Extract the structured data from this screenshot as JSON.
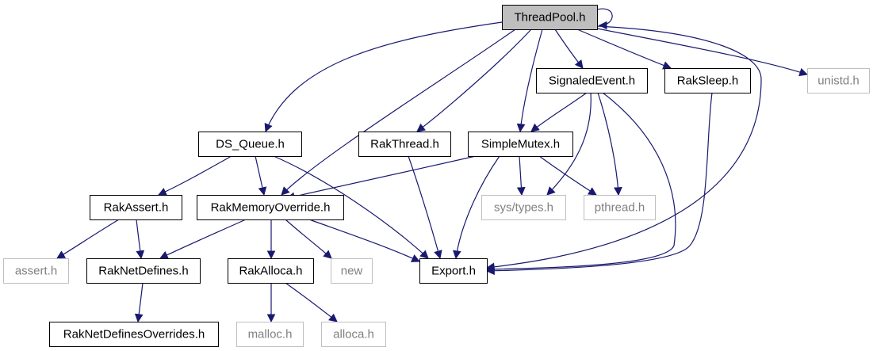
{
  "colors": {
    "edge": "#191970",
    "box_border": "#000000",
    "external_border": "#bfbfbf",
    "root_fill": "#bfbfbf",
    "text": "#000000",
    "external_text": "#808080"
  },
  "nodes": {
    "threadpool": {
      "label": "ThreadPool.h",
      "kind": "root"
    },
    "signaledevent": {
      "label": "SignaledEvent.h",
      "kind": "file"
    },
    "raksleep": {
      "label": "RakSleep.h",
      "kind": "file"
    },
    "unistd": {
      "label": "unistd.h",
      "kind": "external"
    },
    "dsqueue": {
      "label": "DS_Queue.h",
      "kind": "file"
    },
    "rakthread": {
      "label": "RakThread.h",
      "kind": "file"
    },
    "simplemutex": {
      "label": "SimpleMutex.h",
      "kind": "file"
    },
    "rakassert": {
      "label": "RakAssert.h",
      "kind": "file"
    },
    "rakmemoryoverride": {
      "label": "RakMemoryOverride.h",
      "kind": "file"
    },
    "systypes": {
      "label": "sys/types.h",
      "kind": "external"
    },
    "pthread": {
      "label": "pthread.h",
      "kind": "external"
    },
    "asserth": {
      "label": "assert.h",
      "kind": "external"
    },
    "raknetdefines": {
      "label": "RakNetDefines.h",
      "kind": "file"
    },
    "rakalloca": {
      "label": "RakAlloca.h",
      "kind": "file"
    },
    "new": {
      "label": "new",
      "kind": "external"
    },
    "export": {
      "label": "Export.h",
      "kind": "file"
    },
    "raknetdefinesoverrides": {
      "label": "RakNetDefinesOverrides.h",
      "kind": "file"
    },
    "malloc": {
      "label": "malloc.h",
      "kind": "external"
    },
    "alloca": {
      "label": "alloca.h",
      "kind": "external"
    }
  },
  "edges": [
    [
      "threadpool",
      "threadpool"
    ],
    [
      "threadpool",
      "dsqueue"
    ],
    [
      "threadpool",
      "rakmemoryoverride"
    ],
    [
      "threadpool",
      "rakthread"
    ],
    [
      "threadpool",
      "simplemutex"
    ],
    [
      "threadpool",
      "signaledevent"
    ],
    [
      "threadpool",
      "raksleep"
    ],
    [
      "threadpool",
      "unistd"
    ],
    [
      "threadpool",
      "export"
    ],
    [
      "signaledevent",
      "simplemutex"
    ],
    [
      "signaledevent",
      "systypes"
    ],
    [
      "signaledevent",
      "pthread"
    ],
    [
      "signaledevent",
      "export"
    ],
    [
      "raksleep",
      "export"
    ],
    [
      "dsqueue",
      "rakassert"
    ],
    [
      "dsqueue",
      "rakmemoryoverride"
    ],
    [
      "dsqueue",
      "export"
    ],
    [
      "rakthread",
      "export"
    ],
    [
      "simplemutex",
      "rakmemoryoverride"
    ],
    [
      "simplemutex",
      "systypes"
    ],
    [
      "simplemutex",
      "pthread"
    ],
    [
      "simplemutex",
      "export"
    ],
    [
      "rakassert",
      "asserth"
    ],
    [
      "rakassert",
      "raknetdefines"
    ],
    [
      "rakmemoryoverride",
      "raknetdefines"
    ],
    [
      "rakmemoryoverride",
      "rakalloca"
    ],
    [
      "rakmemoryoverride",
      "new"
    ],
    [
      "rakmemoryoverride",
      "export"
    ],
    [
      "raknetdefines",
      "raknetdefinesoverrides"
    ],
    [
      "rakalloca",
      "malloc"
    ],
    [
      "rakalloca",
      "alloca"
    ]
  ]
}
